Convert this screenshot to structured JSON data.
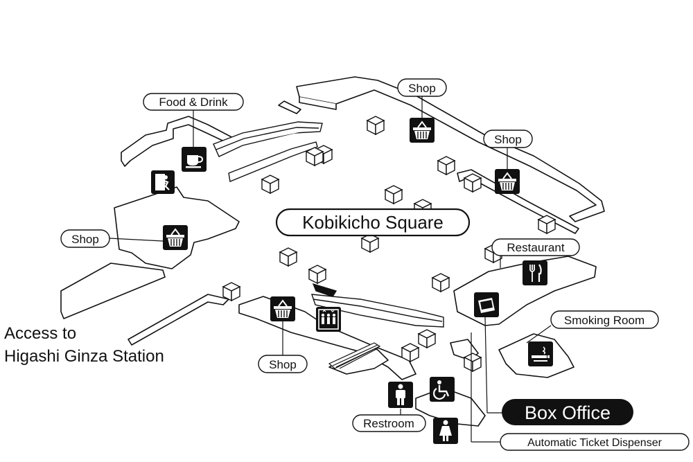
{
  "map": {
    "title": "Kobikicho Square",
    "access_label_line1": "Access to",
    "access_label_line2": "Higashi Ginza Station",
    "box_office": "Box Office",
    "labels": {
      "food_drink": "Food & Drink",
      "shop_top": "Shop",
      "shop_right": "Shop",
      "shop_left": "Shop",
      "shop_bottom": "Shop",
      "restaurant": "Restaurant",
      "smoking_room": "Smoking Room",
      "restroom": "Restroom",
      "ticket_dispenser": "Automatic Ticket Dispenser"
    },
    "icons": [
      "coffee-cup-icon",
      "emergency-exit-icon",
      "shopping-basket-icon",
      "elevator-icon",
      "fork-knife-icon",
      "smoking-icon",
      "ticket-icon",
      "wheelchair-icon",
      "male-restroom-icon",
      "female-restroom-icon"
    ],
    "colors": {
      "line": "#111111",
      "background": "#ffffff",
      "box_office_fill": "#111111",
      "box_office_text": "#ffffff"
    }
  }
}
